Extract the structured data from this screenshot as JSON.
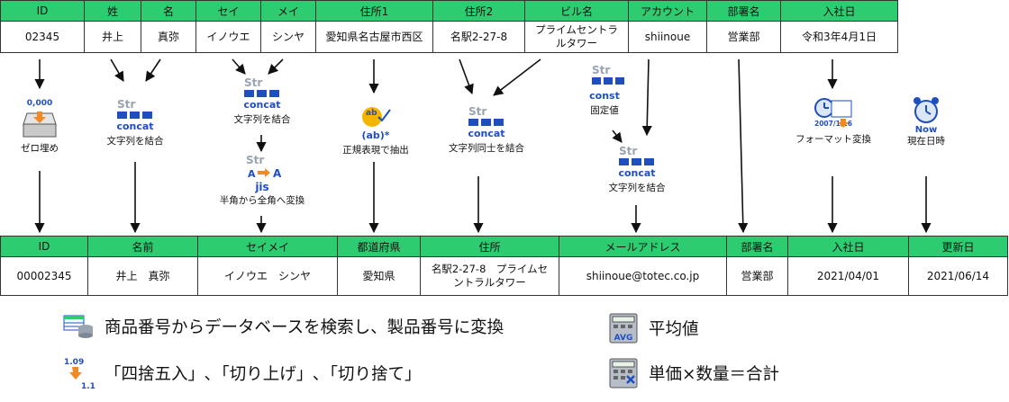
{
  "source_table": {
    "headers": [
      "ID",
      "姓",
      "名",
      "セイ",
      "メイ",
      "住所1",
      "住所2",
      "ビル名",
      "アカウント",
      "部署名",
      "入社日"
    ],
    "row": [
      "02345",
      "井上",
      "真弥",
      "イノウエ",
      "シンヤ",
      "愛知県名古屋市西区",
      "名駅2-27-8",
      "プライムセントラルタワー",
      "shiinoue",
      "営業部",
      "令和3年4月1日"
    ]
  },
  "nodes": {
    "zero_fill": {
      "icon_text": "0,000",
      "label": "ゼロ埋め"
    },
    "concat_name": {
      "icon_top": "Str",
      "icon_bottom": "concat",
      "label": "文字列を結合"
    },
    "concat_kana": {
      "icon_top": "Str",
      "icon_bottom": "concat",
      "label": "文字列を結合"
    },
    "jis": {
      "icon_top": "Str",
      "icon_mid": "A",
      "icon_mid2": "A",
      "icon_bottom": "jis",
      "label": "半角から全角へ変換"
    },
    "regex": {
      "icon_top": "ab",
      "icon_bottom": "(ab)*",
      "label": "正規表現で抽出"
    },
    "concat_addr": {
      "icon_top": "Str",
      "icon_bottom": "concat",
      "label": "文字列同士を結合"
    },
    "const": {
      "icon_top": "Str",
      "icon_bottom": "const",
      "label": "固定値"
    },
    "concat_mail": {
      "icon_top": "Str",
      "icon_bottom": "concat",
      "label": "文字列を結合"
    },
    "format_date": {
      "icon_text": "2007/1/16",
      "label": "フォーマット変換"
    },
    "now": {
      "icon_text": "Now",
      "label": "現在日時"
    }
  },
  "target_table": {
    "headers": [
      "ID",
      "名前",
      "セイメイ",
      "都道府県",
      "住所",
      "メールアドレス",
      "部署名",
      "入社日",
      "更新日"
    ],
    "row": [
      "00002345",
      "井上　真弥",
      "イノウエ　シンヤ",
      "愛知県",
      "名駅2-27-8　プライムセントラルタワー",
      "shiinoue@totec.co.jp",
      "営業部",
      "2021/04/01",
      "2021/06/14"
    ]
  },
  "legend": {
    "db_lookup": "商品番号からデータベースを検索し、製品番号に変換",
    "rounding": "「四捨五入」､「切り上げ」､「切り捨て」",
    "average_icon": "AVG",
    "average": "平均値",
    "calc": "単価×数量＝合計",
    "rounding_icon_top": "1.09",
    "rounding_icon_bottom": "1.1"
  },
  "colors": {
    "header_green": "#2ecc71",
    "icon_blue": "#1f4fbf",
    "icon_gray": "#9aa4b0",
    "arrow_orange": "#f08a24"
  }
}
